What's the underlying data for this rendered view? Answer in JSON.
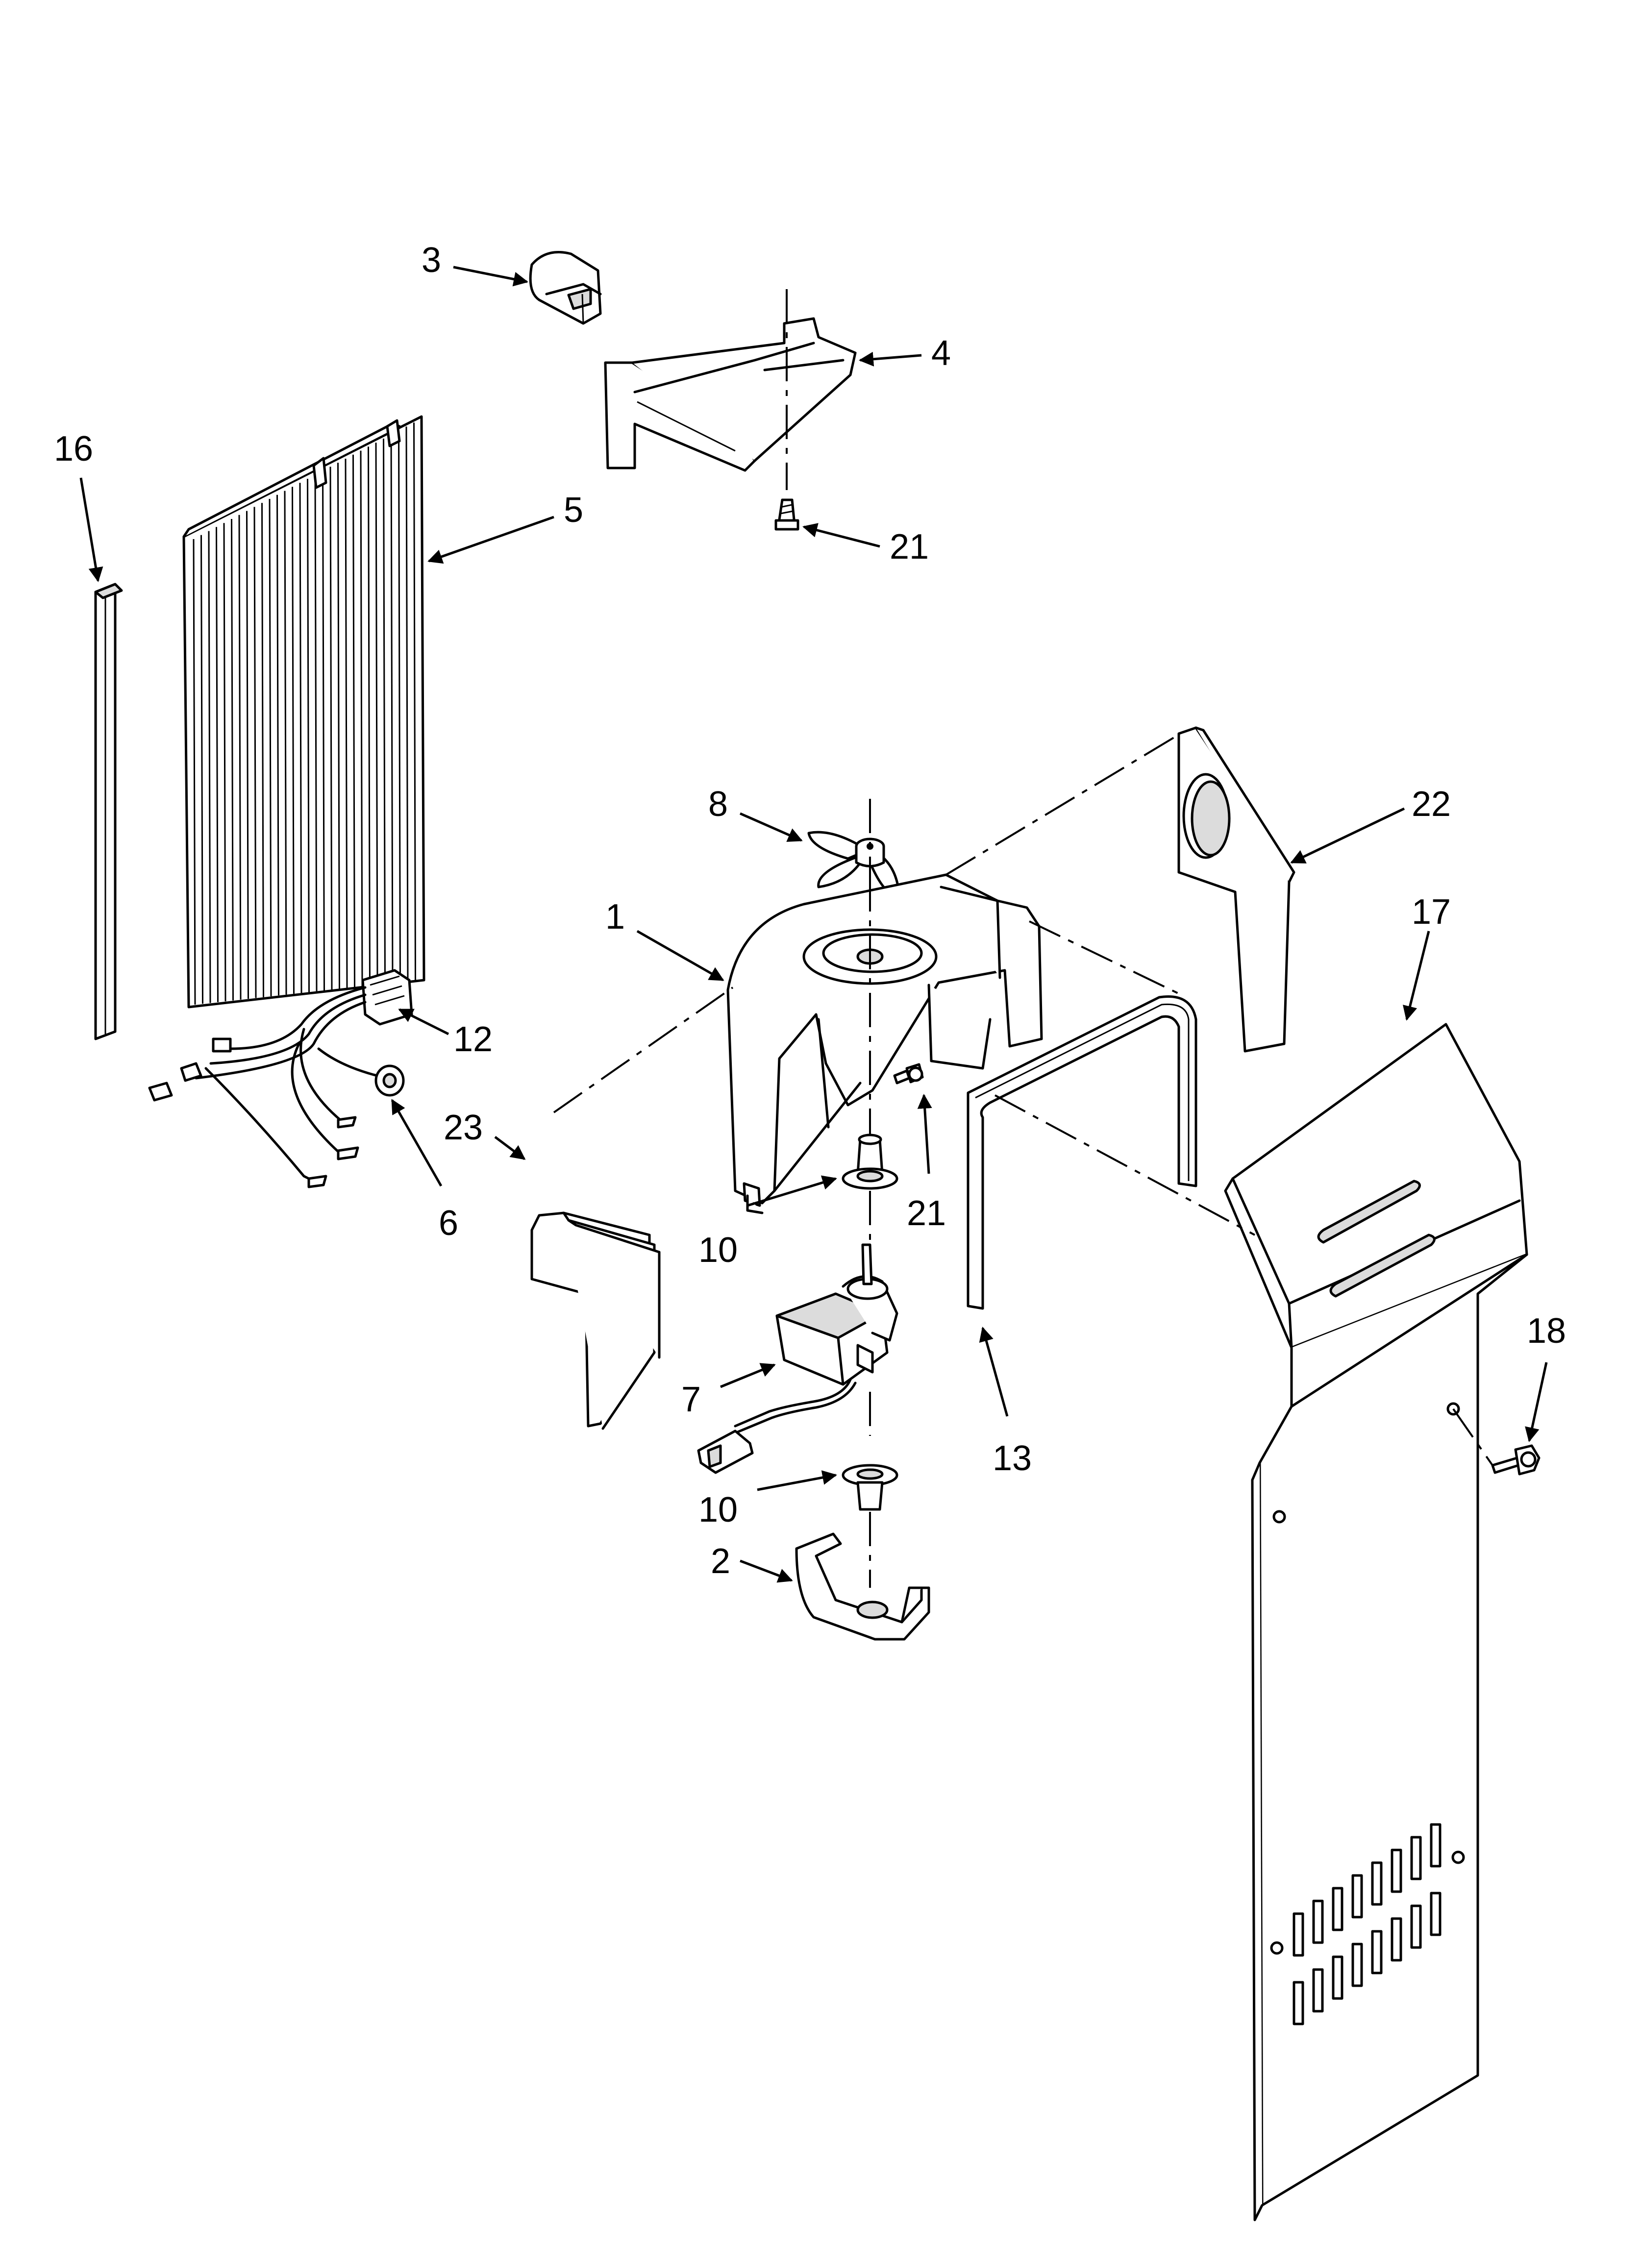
{
  "callouts": [
    {
      "id": "label-3",
      "text": "3"
    },
    {
      "id": "label-4",
      "text": "4"
    },
    {
      "id": "label-16",
      "text": "16"
    },
    {
      "id": "label-5",
      "text": "5"
    },
    {
      "id": "label-21a",
      "text": "21"
    },
    {
      "id": "label-8",
      "text": "8"
    },
    {
      "id": "label-22",
      "text": "22"
    },
    {
      "id": "label-1",
      "text": "1"
    },
    {
      "id": "label-17",
      "text": "17"
    },
    {
      "id": "label-12",
      "text": "12"
    },
    {
      "id": "label-23",
      "text": "23"
    },
    {
      "id": "label-6",
      "text": "6"
    },
    {
      "id": "label-21b",
      "text": "21"
    },
    {
      "id": "label-10a",
      "text": "10"
    },
    {
      "id": "label-18",
      "text": "18"
    },
    {
      "id": "label-7",
      "text": "7"
    },
    {
      "id": "label-13",
      "text": "13"
    },
    {
      "id": "label-10b",
      "text": "10"
    },
    {
      "id": "label-2",
      "text": "2"
    }
  ]
}
